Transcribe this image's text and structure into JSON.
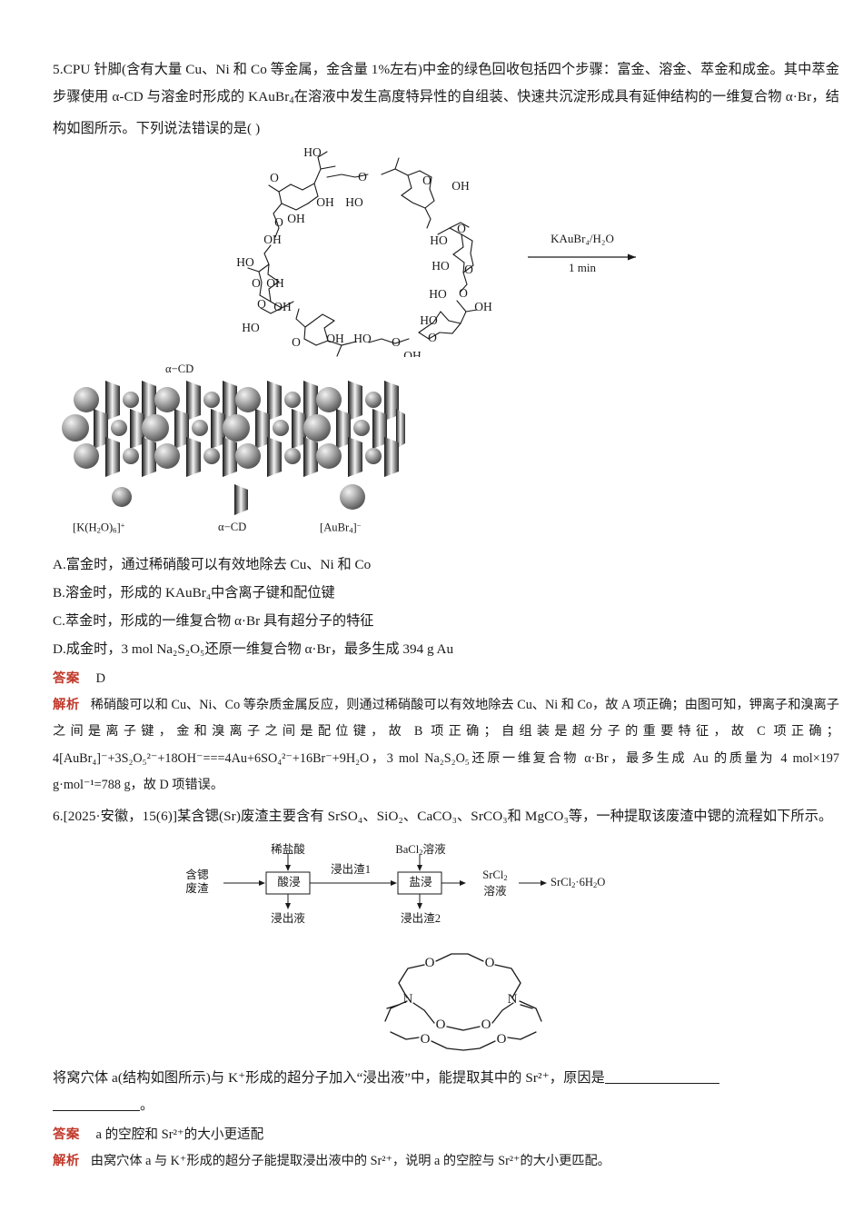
{
  "q5": {
    "number": "5.",
    "stem_part1": "CPU 针脚(含有大量 Cu、Ni 和 Co 等金属，金含量 1%左右)中金的绿色回收包括四个步骤：富金、溶金、萃金和成金。其中萃金步骤使用 α-CD 与溶金时形成的 KAuBr",
    "stem_sub1": "4",
    "stem_part2": "在溶液中发生高度特异性的自组装、快速共沉淀形成具有延伸结构的一维复合物 α·Br，结构如图所示。下列说法错误的是(          )",
    "options": [
      "A.富金时，通过稀硝酸可以有效地除去 Cu、Ni 和 Co",
      "B.溶金时，形成的 KAuBr₄中含离子键和配位键",
      "C.萃金时，形成的一维复合物 α·Br 具有超分子的特征",
      "D.成金时，3 mol Na₂S₂O₅还原一维复合物 α·Br，最多生成 394 g Au"
    ],
    "answer_label": "答案",
    "answer_value": "D",
    "explain_label": "解析",
    "explain_text": "稀硝酸可以和 Cu、Ni、Co 等杂质金属反应，则通过稀硝酸可以有效地除去 Cu、Ni 和 Co，故 A 项正确；由图可知，钾离子和溴离子之间是离子键，金和溴离子之间是配位键，故 B 项正确；自组装是超分子的重要特征，故 C 项正确；4[AuBr₄]⁻+3S₂O₅²⁻+18OH⁻===4Au+6SO₄²⁻+16Br⁻+9H₂O，3 mol Na₂S₂O₅还原一维复合物 α·Br，最多生成 Au 的质量为 4 mol×197 g·mol⁻¹=788 g，故 D 项错误。"
  },
  "figure_cd": {
    "name": "alpha-cyclodextrin-structure",
    "arrow_top_label": "KAuBr₄/H₂O",
    "arrow_bottom_label": "1 min",
    "atom_labels": [
      "HO",
      "O",
      "OH",
      "HO",
      "OH",
      "OH",
      "HO",
      "OH",
      "O",
      "O",
      "OH",
      "HO",
      "HO",
      "O",
      "OH",
      "HO",
      "OH",
      "O",
      "HO",
      "O",
      "OH"
    ]
  },
  "figure_assembly": {
    "name": "one-dimensional-supramolecular-assembly",
    "top_label": "α−CD",
    "legend": [
      {
        "shape": "small-sphere",
        "label": "[K(H₂O)₆]⁺"
      },
      {
        "shape": "trapezoid",
        "label": "α−CD"
      },
      {
        "shape": "large-sphere",
        "label": "[AuBr₄]⁻"
      }
    ]
  },
  "q6": {
    "number": "6.",
    "stem": "[2025·安徽，15(6)]某含锶(Sr)废渣主要含有 SrSO₄、SiO₂、CaCO₃、SrCO₃和 MgCO₃等，一种提取该废渣中锶的流程如下所示。",
    "question_line_a": "将窝穴体 a(结构如图所示)与 K⁺形成的超分子加入“浸出液”中，能提取其中的 Sr²⁺，原因是",
    "question_line_b": "。",
    "answer_label": "答案",
    "answer_value": "a 的空腔和 Sr²⁺的大小更适配",
    "explain_label": "解析",
    "explain_text": "由窝穴体 a 与 K⁺形成的超分子能提取浸出液中的 Sr²⁺，说明 a 的空腔与 Sr²⁺的大小更匹配。"
  },
  "figure_flow": {
    "name": "strontium-extraction-flowchart",
    "input": "含锶\n废渣",
    "reagent1": "稀盐酸",
    "reagent2": "BaCl₂溶液",
    "box1": "酸浸",
    "box2": "盐浸",
    "mid_label": "浸出渣1",
    "waste1": "浸出液",
    "waste2": "浸出渣2",
    "out1": "SrCl₂\n溶液",
    "out2": "SrCl₂·6H₂O"
  },
  "figure_cryptand": {
    "name": "cryptand-222-structure",
    "heteroatoms": [
      "O",
      "O",
      "N",
      "O",
      "O",
      "N",
      "O",
      "O"
    ]
  },
  "colors": {
    "label_red": "#c0392b",
    "text": "#1a1a1a"
  }
}
